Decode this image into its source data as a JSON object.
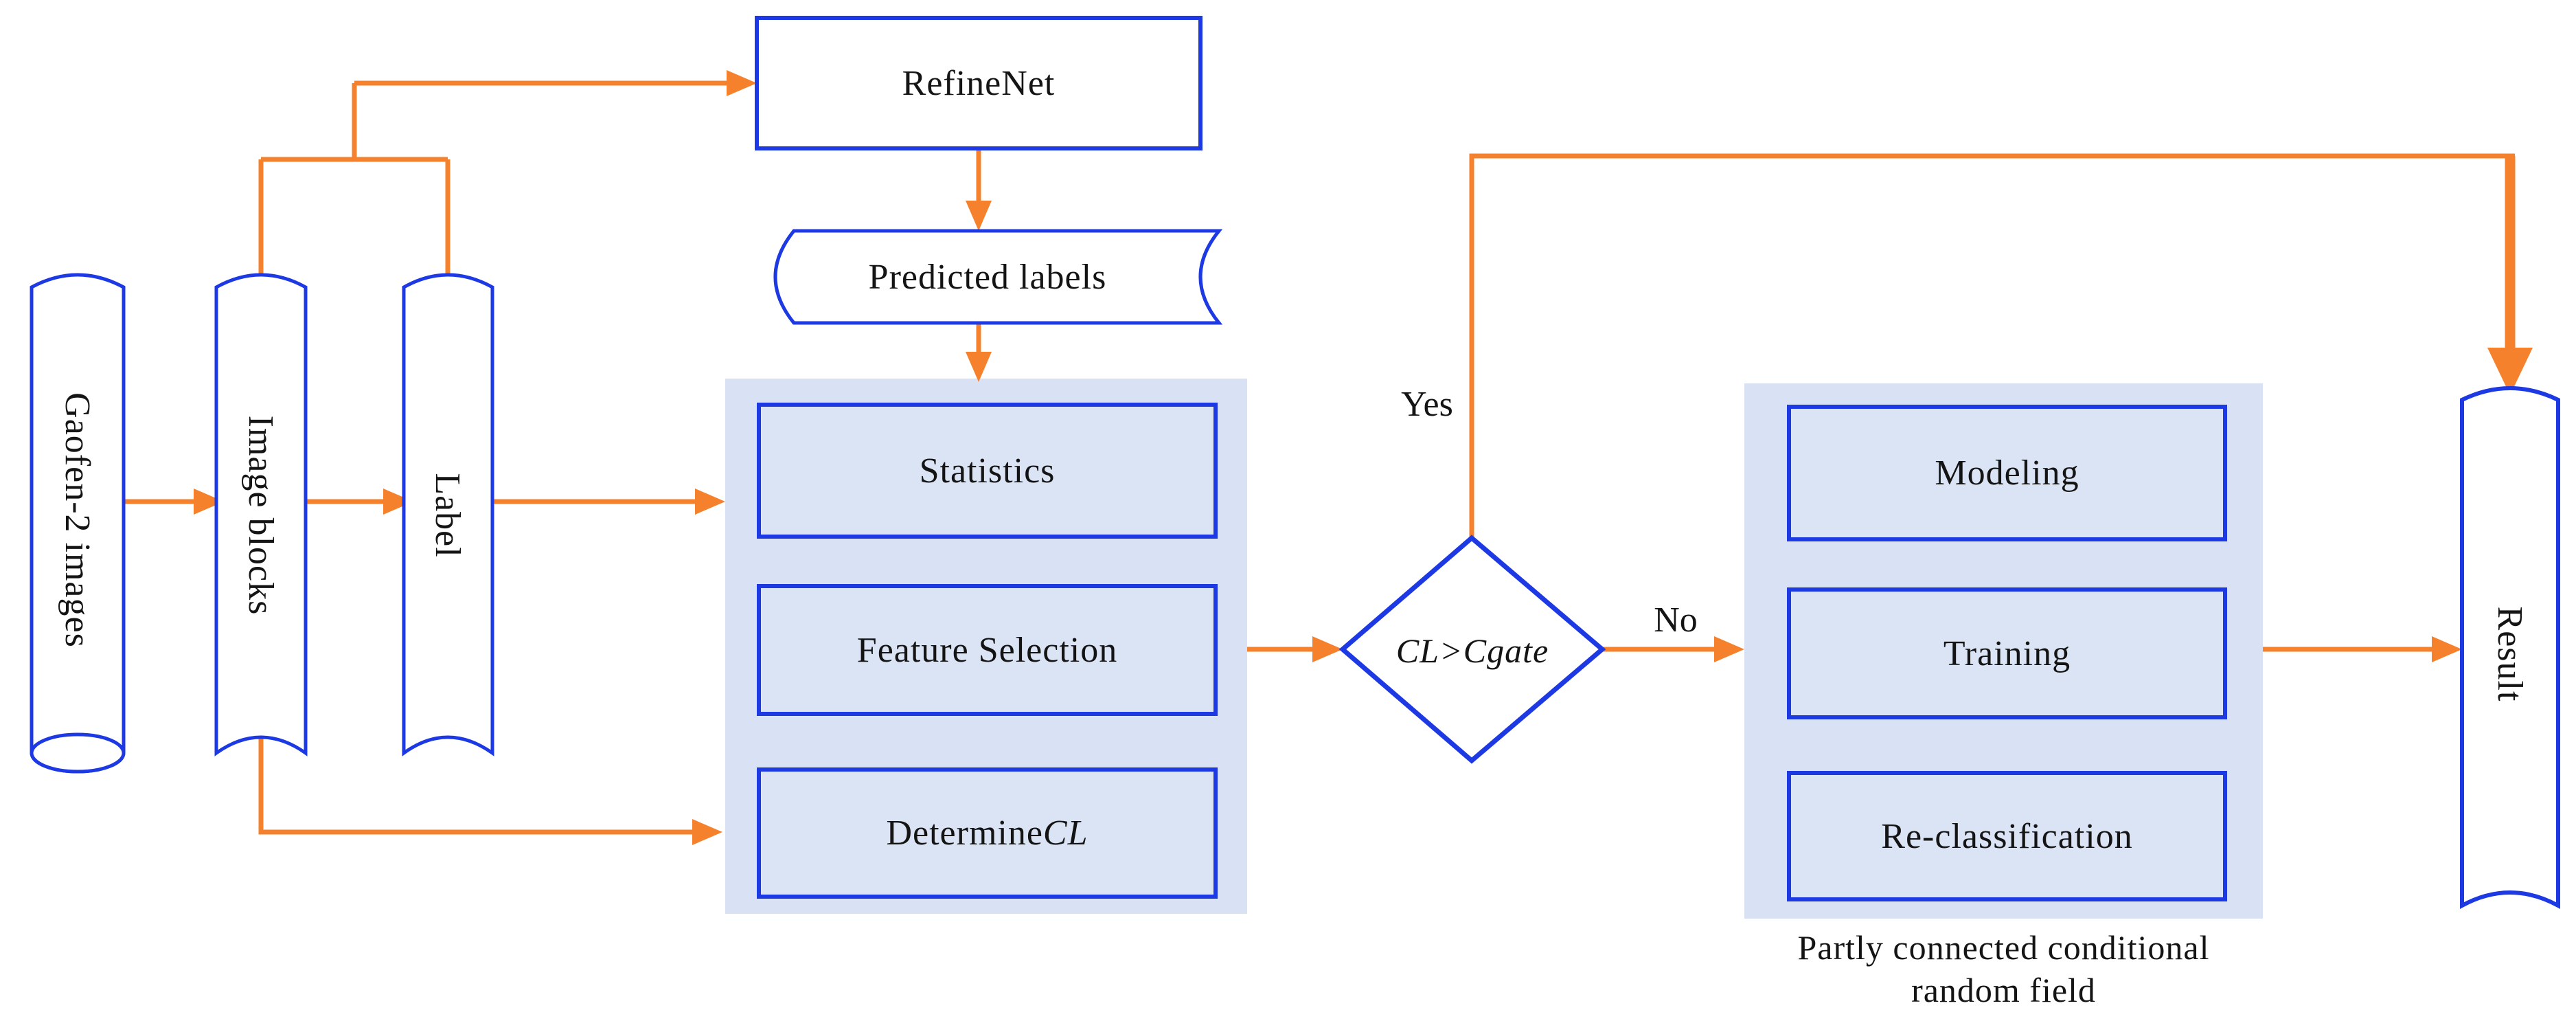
{
  "colors": {
    "accent_orange": "#F6812C",
    "shape_blue": "#1C39E3",
    "panel_fill": "#D9E2F4",
    "node_fill": "#DBE4F5"
  },
  "nodes": {
    "gaofen2": {
      "label": "Gaofen-2 images"
    },
    "image_blocks": {
      "label": "Image blocks"
    },
    "label_store": {
      "label": "Label"
    },
    "refinenet": {
      "label": "RefineNet"
    },
    "predicted_labels": {
      "label": "Predicted labels"
    },
    "statistics": {
      "label": "Statistics"
    },
    "feature_selection": {
      "label": "Feature Selection"
    },
    "determine_cl": {
      "prefix": "Determine ",
      "variable": "CL"
    },
    "decision": {
      "label": "CL>Cgate"
    },
    "modeling": {
      "label": "Modeling"
    },
    "training": {
      "label": "Training"
    },
    "reclassification": {
      "label": "Re-classification"
    },
    "result": {
      "label": "Result"
    }
  },
  "edges": {
    "yes_label": "Yes",
    "no_label": "No"
  },
  "caption": {
    "line1": "Partly connected conditional",
    "line2": "random field"
  }
}
